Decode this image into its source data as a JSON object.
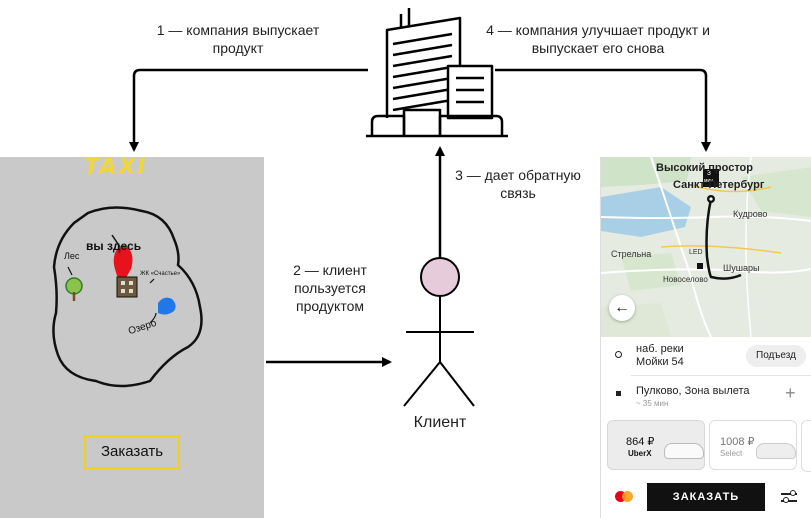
{
  "steps": {
    "step1": "1 — компания выпускает продукт",
    "step2": "2 — клиент пользуется продуктом",
    "step3": "3 — дает обратную связь",
    "step4": "4 — компания улучшает продукт и выпускает его снова"
  },
  "client_label": "Клиент",
  "old_app": {
    "title": "TAXI",
    "you_are_here": "вы здесь",
    "forest": "Лес",
    "complex": "ЖК «Счастье»",
    "lake": "Озеро",
    "order_button": "Заказать"
  },
  "new_app": {
    "map": {
      "area_top": "Высокий простор",
      "city": "Санкт-Петербург",
      "kudrovo": "Кудрово",
      "strelna": "Стрельна",
      "shushary": "Шушары",
      "novoselovo": "Новоселово",
      "led": "LED",
      "eta_value": "3",
      "eta_unit": "мин",
      "back": "←"
    },
    "pickup_line1": "наб. реки",
    "pickup_line2": "Мойки 54",
    "entrance_button": "Подъезд",
    "destination": "Пулково, Зона вылета",
    "destination_eta": "~ 35 мин",
    "add": "+",
    "tariffs": [
      {
        "price": "864 ₽",
        "name": "UberX"
      },
      {
        "price": "1008 ₽",
        "name": "Select"
      }
    ],
    "order_button": "ЗАКАЗАТЬ",
    "filter_icon": "sliders-icon"
  },
  "colors": {
    "arrow": "#000000",
    "taxi_yellow": "#f1d63b",
    "pin_red": "#e8121c",
    "lake_blue": "#1f77e8",
    "head_pink": "#e6ccda"
  }
}
